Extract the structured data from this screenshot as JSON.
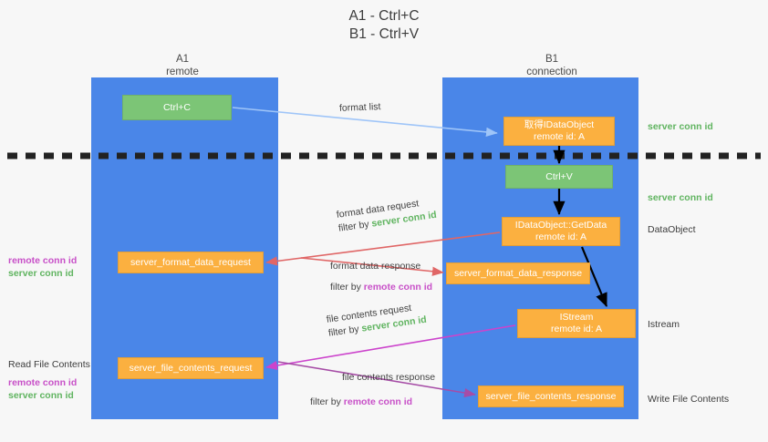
{
  "title": "A1 - Ctrl+C\nB1 - Ctrl+V",
  "lanes": [
    {
      "id": "a1",
      "header": "A1\nremote",
      "color": "#4a86e8"
    },
    {
      "id": "b1",
      "header": "B1\nconnection",
      "color": "#4a86e8"
    }
  ],
  "colors": {
    "lane": "#4a86e8",
    "green_box": "#7cc576",
    "orange_box": "#fbb040",
    "green_text": "#60b460",
    "purple_text": "#c850c8",
    "arrow_light_blue": "#9fc5f8",
    "arrow_red": "#e06666",
    "arrow_magenta": "#cc44cc",
    "arrow_purple": "#a64ca6",
    "arrow_black": "#000000",
    "divider": "#222222",
    "background": "#f7f7f7"
  },
  "nodes": {
    "ctrl_c": "Ctrl+C",
    "idataobject": "取得IDataObject\nremote id: A",
    "ctrl_v": "Ctrl+V",
    "getdata": "IDataObject::GetData\nremote id: A",
    "format_data_request": "server_format_data_request",
    "format_data_response": "server_format_data_response",
    "istream": "IStream\nremote id: A",
    "file_contents_request": "server_file_contents_request",
    "file_contents_response": "server_file_contents_response"
  },
  "edge_labels": {
    "format_list": "format list",
    "format_data_request": {
      "line1": "format data request",
      "filter_prefix": "filter by ",
      "filter_value": "server conn id"
    },
    "format_data_response": {
      "line1": "format data response",
      "filter_prefix": "filter by ",
      "filter_value": "remote conn id"
    },
    "file_contents_request": {
      "line1": "file contents request",
      "filter_prefix": "filter by ",
      "filter_value": "server conn id"
    },
    "file_contents_response": {
      "line1": "file contents response",
      "filter_prefix": "filter by ",
      "filter_value": "remote conn id"
    }
  },
  "annotations": {
    "right": {
      "server_conn_id_top": "server conn id",
      "server_conn_id_mid": "server conn id",
      "dataobject": "DataObject",
      "istream": "Istream",
      "write_file_contents": "Write File Contents"
    },
    "left": {
      "remote_conn_id_1": "remote conn id",
      "server_conn_id_1": "server conn id",
      "read_file_contents": "Read File Contents",
      "remote_conn_id_2": "remote conn id",
      "server_conn_id_2": "server conn id"
    }
  }
}
